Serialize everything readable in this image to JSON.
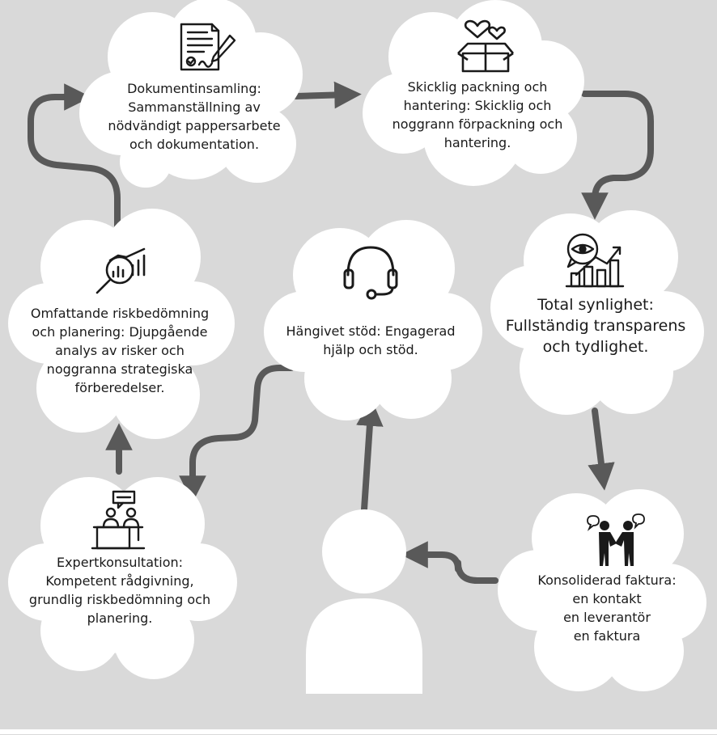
{
  "nodes": [
    {
      "id": "dokument",
      "text": "Dokumentinsamling:\nSammanställning av\nnödvändigt pappersarbete\noch dokumentation.",
      "icon": "document-signing-icon"
    },
    {
      "id": "packning",
      "text": "Skicklig packning och\nhantering: Skicklig och\nnoggrann förpackning och\nhantering.",
      "icon": "box-with-hearts-icon"
    },
    {
      "id": "synlighet",
      "text": "Total synlighet:\nFullständig transparens\noch tydlighet.",
      "icon": "eye-chart-icon"
    },
    {
      "id": "faktura",
      "text": "Konsoliderad faktura:\nen kontakt\nen leverantör\nen faktura",
      "icon": "handshake-icon"
    },
    {
      "id": "stod",
      "text": "Hängivet stöd: Engagerad\nhjälp och stöd.",
      "icon": "headset-icon"
    },
    {
      "id": "konsultation",
      "text": "Expertkonsultation:\nKompetent rådgivning,\ngrundlig riskbedömning och\nplanering.",
      "icon": "consultation-icon"
    },
    {
      "id": "risk",
      "text": "Omfattande riskbedömning\noch planering: Djupgående\nanalys av risker och\nnoggranna strategiska\nförberedelser.",
      "icon": "magnifier-chart-icon"
    }
  ],
  "colors": {
    "background": "#d9d9d9",
    "cloud": "#ffffff",
    "arrow": "#595959",
    "icon": "#1a1a1a"
  }
}
